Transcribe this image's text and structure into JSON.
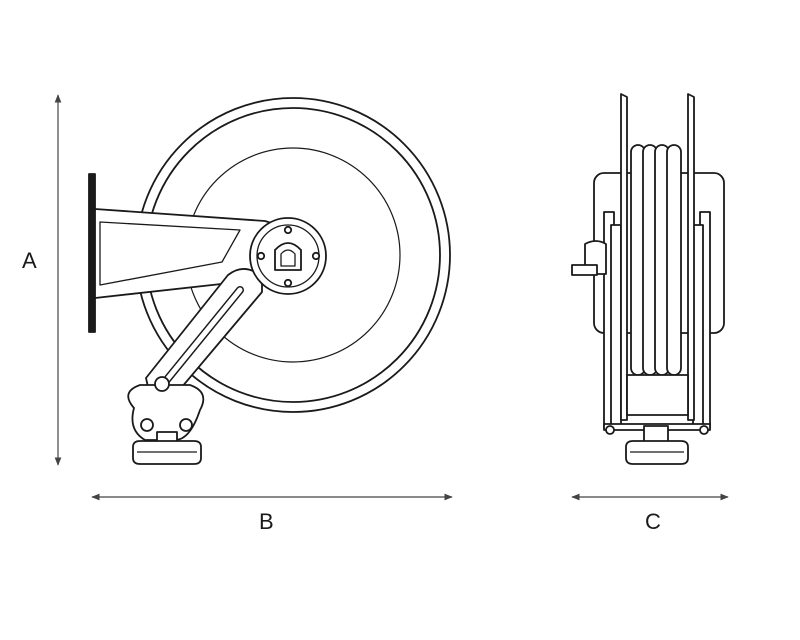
{
  "dimensions": {
    "height_label": "A",
    "width_label": "B",
    "depth_label": "C"
  },
  "colors": {
    "line": "#1a1a1a",
    "fill": "#ffffff",
    "dimension_line": "#444444"
  }
}
